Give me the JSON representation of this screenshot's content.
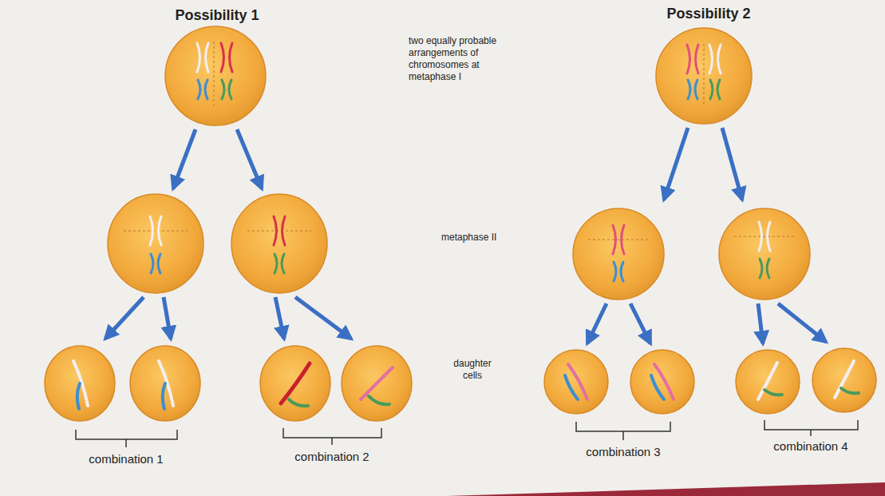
{
  "diagram": {
    "labels": [
      "Possibility 1",
      "Possibility 2",
      "two equally probable arrangements of chromosomes at metaphase I",
      "metaphase II",
      "daughter cells",
      "combination 1",
      "combination 2",
      "combination 3",
      "combination 4"
    ]
  }
}
